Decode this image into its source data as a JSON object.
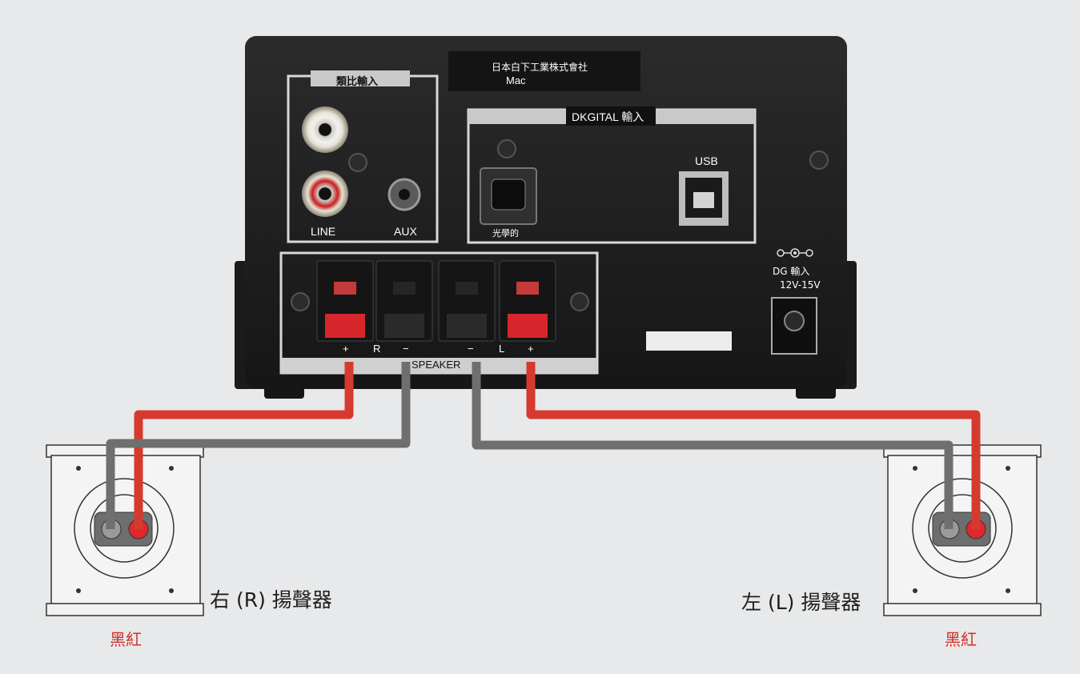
{
  "amp": {
    "maker": "日本白下工業株式會社",
    "model": "Mac",
    "analog_header": "類比輸入",
    "line_label": "LINE",
    "aux_label": "AUX",
    "digital_header": "DKGITAL 輸入",
    "usb_label": "USB",
    "optical_label": "光學的",
    "dc_label": "DG 輸入",
    "voltage": "12V-15V",
    "speaker_header": "SPEAKER",
    "terminal_marks": [
      "+",
      "R",
      "−",
      "−",
      "L",
      "+"
    ]
  },
  "speakers": {
    "right": {
      "label": "右 (R) 揚聲器",
      "wire": "黑紅"
    },
    "left": {
      "label": "左 (L) 揚聲器",
      "wire": "黑紅"
    }
  },
  "colors": {
    "red_wire": "#d63a2e",
    "black_wire": "#6f6f6f",
    "chassis": "#1f1f20"
  }
}
